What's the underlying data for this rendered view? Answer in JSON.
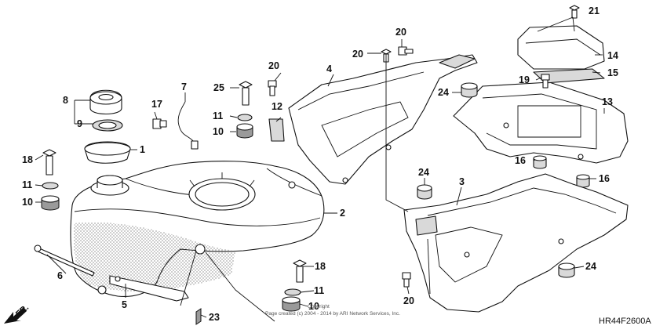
{
  "diagram_code": "HR44F2600A",
  "direction_label": "FR.",
  "copyright_lines": [
    "Copyright",
    "Page created (c) 2004 - 2014 by ARI Network Services, Inc."
  ],
  "callouts": {
    "c1": "1",
    "c2": "2",
    "c3": "3",
    "c4": "4",
    "c5": "5",
    "c6": "6",
    "c7": "7",
    "c8": "8",
    "c9": "9",
    "c10a": "10",
    "c10b": "10",
    "c10c": "10",
    "c11a": "11",
    "c11b": "11",
    "c11c": "11",
    "c12": "12",
    "c13": "13",
    "c14": "14",
    "c15": "15",
    "c16a": "16",
    "c16b": "16",
    "c17": "17",
    "c18a": "18",
    "c18b": "18",
    "c19": "19",
    "c20a": "20",
    "c20b": "20",
    "c20c": "20",
    "c20d": "20",
    "c21": "21",
    "c23": "23",
    "c24a": "24",
    "c24b": "24",
    "c24c": "24",
    "c25": "25"
  }
}
